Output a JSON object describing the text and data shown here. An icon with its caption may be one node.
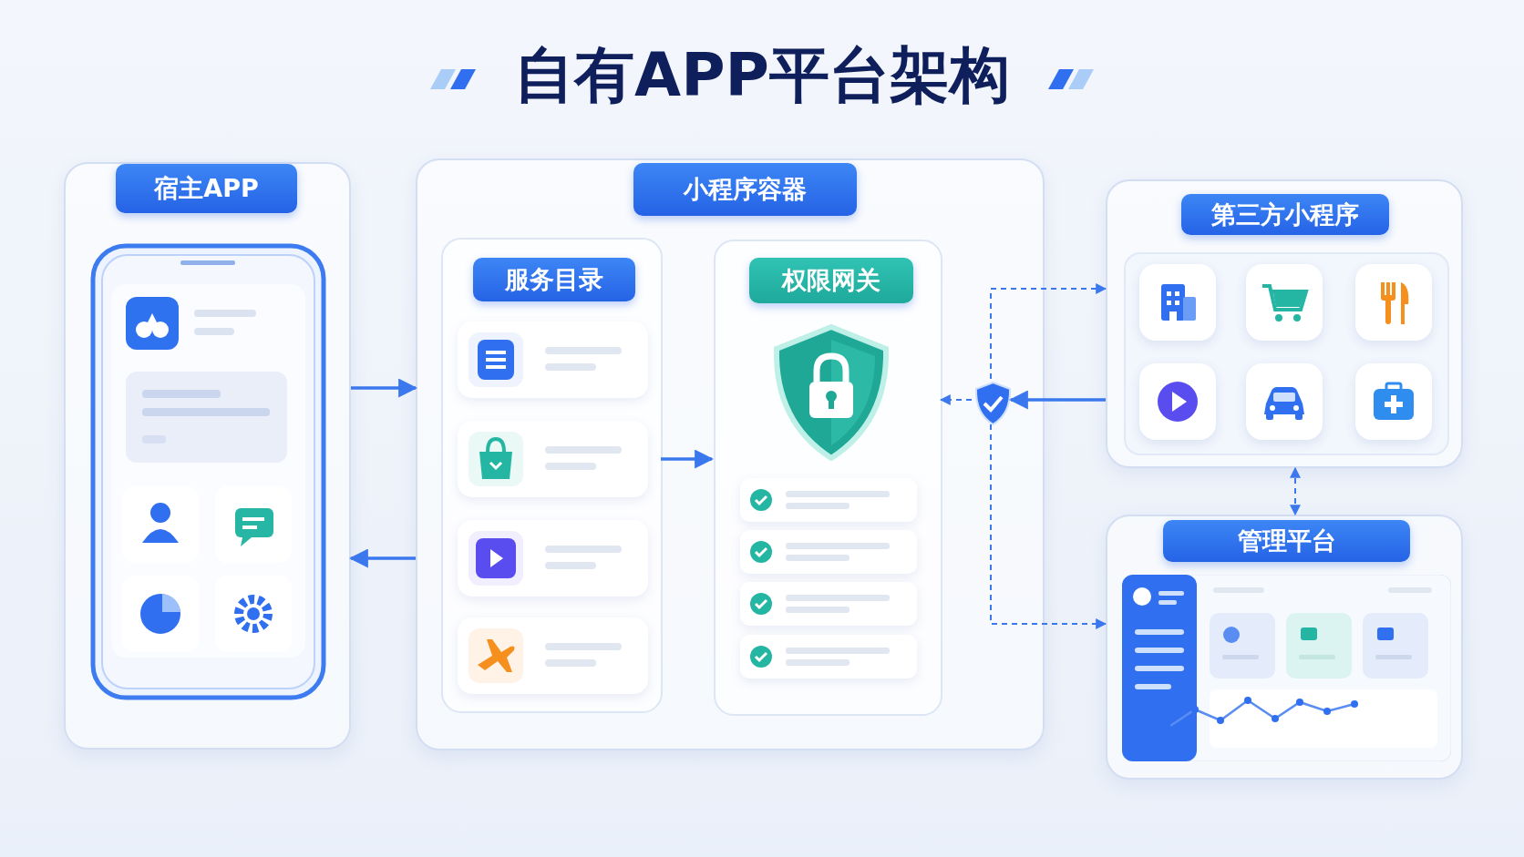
{
  "diagram": {
    "title": "自有APP平台架构",
    "nodes": [
      {
        "text": [
          "宿主APP"
        ]
      },
      {
        "text": [
          "小程序容器"
        ]
      },
      {
        "text": [
          "服务目录"
        ],
        "in": 1
      },
      {
        "text": [
          "权限网关"
        ],
        "in": 1
      },
      {
        "text": [
          "第三方小程序"
        ]
      },
      {
        "text": [
          "管理平台"
        ]
      },
      {
        "text": [],
        "shape": "shield",
        "in": 1
      }
    ],
    "edges": [
      {
        "from": 0,
        "to": 1,
        "arrow": "to"
      },
      {
        "from": 1,
        "to": 0,
        "arrow": "to"
      },
      {
        "from": 2,
        "to": 3,
        "arrow": "to"
      },
      {
        "from": 4,
        "to": 6,
        "arrow": "to"
      },
      {
        "from": 6,
        "to": 3,
        "arrow": "to",
        "style": "dashed"
      },
      {
        "from": 6,
        "to": 4,
        "arrow": "to",
        "style": "dashed"
      },
      {
        "from": 6,
        "to": 5,
        "arrow": "to",
        "style": "dashed"
      },
      {
        "from": 4,
        "to": 5,
        "arrow": "both",
        "style": "dashed"
      }
    ]
  }
}
